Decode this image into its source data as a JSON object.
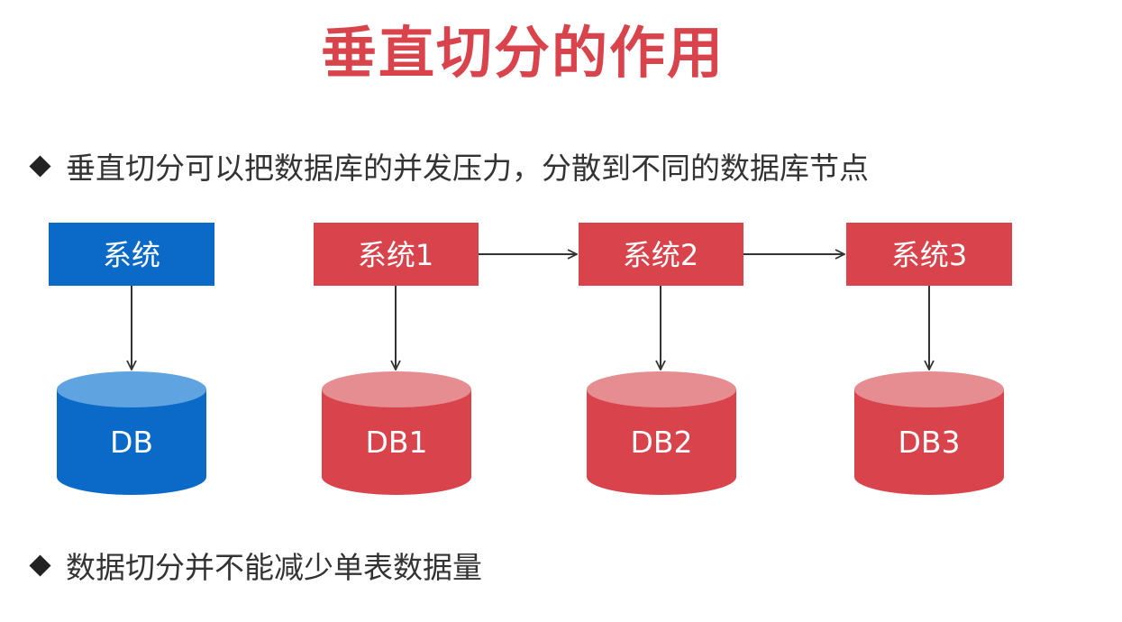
{
  "title": "垂直切分的作用",
  "bullets": [
    "垂直切分可以把数据库的并发压力，分散到不同的数据库节点",
    "数据切分并不能减少单表数据量"
  ],
  "colors": {
    "title": "#d9444c",
    "blue_box": "#0b69c7",
    "blue_db_body": "#0b69c7",
    "blue_db_top": "#5fa3e0",
    "red_box": "#d9444c",
    "red_db_body": "#d9444c",
    "red_db_top": "#e58d91",
    "arrow": "#333333"
  },
  "diagram": {
    "single": {
      "system_label": "系统",
      "db_label": "DB"
    },
    "split": [
      {
        "system_label": "系统1",
        "db_label": "DB1"
      },
      {
        "system_label": "系统2",
        "db_label": "DB2"
      },
      {
        "system_label": "系统3",
        "db_label": "DB3"
      }
    ]
  }
}
